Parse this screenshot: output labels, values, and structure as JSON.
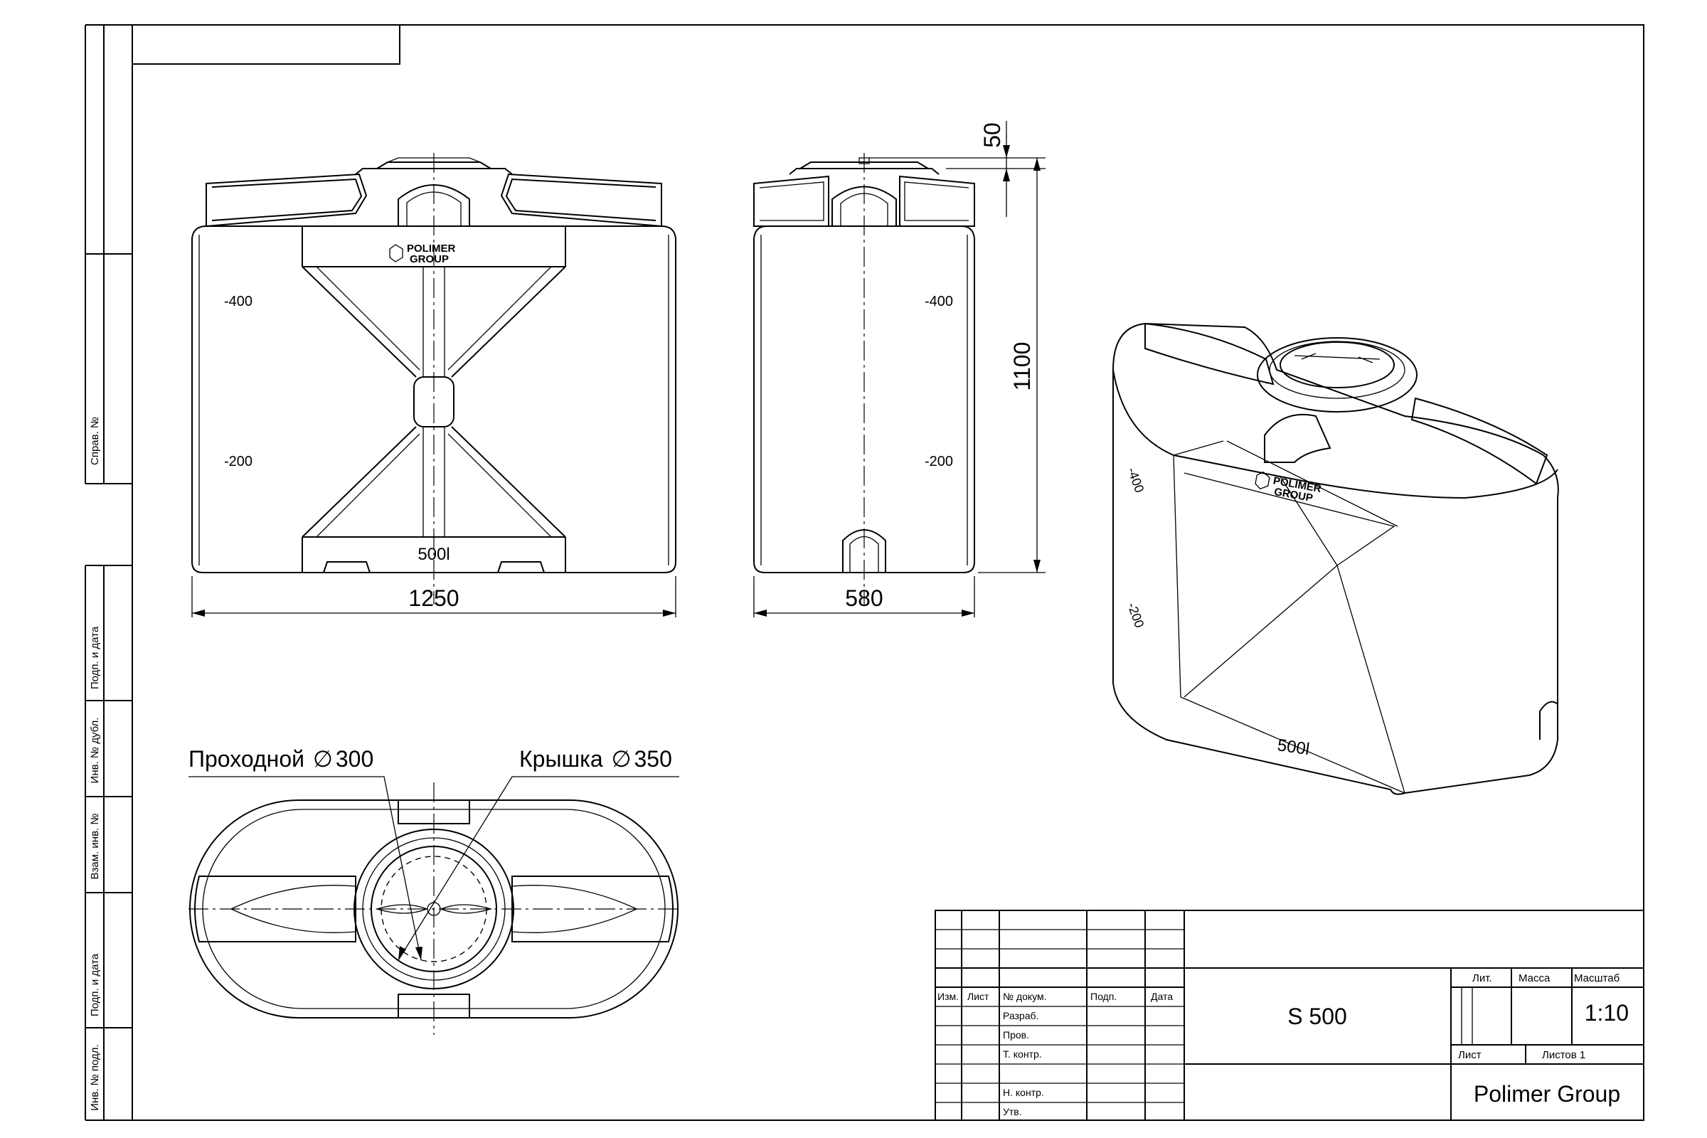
{
  "side_stamps": {
    "sprav": "Справ. №",
    "podp_date_1": "Подп. и дата",
    "inv_dubl": "Инв. № дубл.",
    "vzam_inv": "Взам. инв. №",
    "podp_date_2": "Подп. и дата",
    "inv_podl": "Инв. № подл."
  },
  "front_view": {
    "brand_line1": "POLIMER",
    "brand_line2": "GROUP",
    "level_400": "-400",
    "level_200": "-200",
    "volume": "500l",
    "width_dim": "1250"
  },
  "side_view": {
    "level_400": "-400",
    "level_200": "-200",
    "depth_dim": "580",
    "lid_dim": "50",
    "height_dim": "1100"
  },
  "top_view": {
    "manhole_label": "Проходной",
    "manhole_dia": "300",
    "lid_label": "Крышка",
    "lid_dia": "350",
    "diameter_symbol": "∅"
  },
  "iso_view": {
    "brand_line1": "POLIMER",
    "brand_line2": "GROUP",
    "level_400": "-400",
    "level_200": "-200",
    "volume": "500l"
  },
  "title_block": {
    "col_izm": "Изм.",
    "col_list": "Лист",
    "col_doc": "№ докум.",
    "col_podp": "Подп.",
    "col_date": "Дата",
    "row_razrab": "Разраб.",
    "row_prov": "Пров.",
    "row_tkontr": "Т. контр.",
    "row_nkontr": "Н. контр.",
    "row_utv": "Утв.",
    "designation": "S 500",
    "lit": "Лит.",
    "mass": "Масса",
    "scale_label": "Масштаб",
    "scale_value": "1:10",
    "sheet": "Лист",
    "sheets": "Листов 1",
    "company": "Polimer Group"
  }
}
